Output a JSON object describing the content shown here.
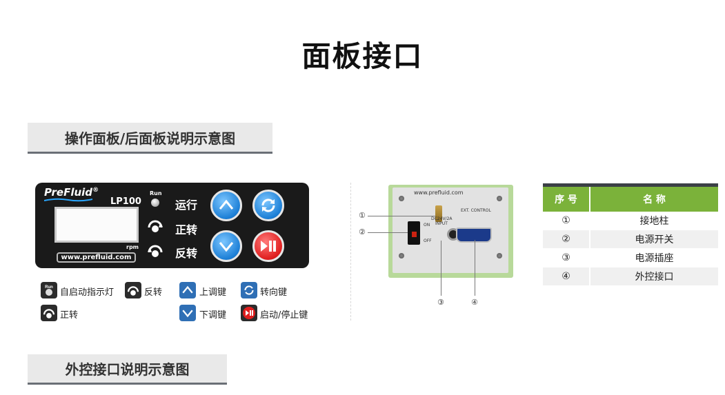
{
  "page_title": "面板接口",
  "section1_title": "操作面板/后面板说明示意图",
  "section2_title": "外控接口说明示意图",
  "front_panel": {
    "brand": "PreFluid",
    "model": "LP100",
    "rpm_label": "rpm",
    "url": "www.prefluid.com",
    "run_label": "Run",
    "labels": {
      "run": "运行",
      "forward": "正转",
      "reverse": "反转"
    }
  },
  "legend": [
    {
      "icon": "run-indicator-icon",
      "label": "自启动指示灯"
    },
    {
      "icon": "reverse-icon",
      "label": "反转"
    },
    {
      "icon": "up-key-icon",
      "label": "上调键"
    },
    {
      "icon": "direction-key-icon",
      "label": "转向键"
    },
    {
      "icon": "forward-icon",
      "label": "正转"
    },
    {
      "icon": "down-key-icon",
      "label": "下调键"
    },
    {
      "icon": "start-stop-key-icon",
      "label": "启动/停止键"
    }
  ],
  "rear_panel": {
    "url": "www.prefluid.com",
    "ext_label": "EXT. CONTROL",
    "on": "ON",
    "off": "OFF",
    "dc_label": "DC24V/2A",
    "input_label": "INPUT",
    "callouts": [
      "①",
      "②",
      "③",
      "④"
    ]
  },
  "table": {
    "headers": [
      "序 号",
      "名 称"
    ],
    "rows": [
      [
        "①",
        "接地柱"
      ],
      [
        "②",
        "电源开关"
      ],
      [
        "③",
        "电源插座"
      ],
      [
        "④",
        "外控接口"
      ]
    ]
  },
  "colors": {
    "header_green": "#7bb23a",
    "panel_black": "#1a1a1a",
    "button_blue": "#1c7fd6",
    "button_red": "#e01e1e"
  }
}
